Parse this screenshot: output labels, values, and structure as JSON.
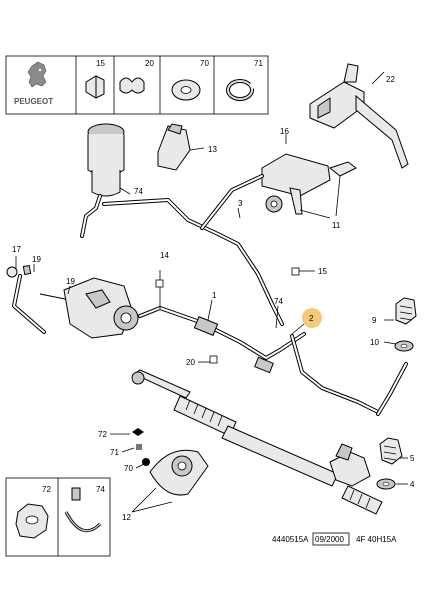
{
  "brand": {
    "name": "PEUGEOT"
  },
  "header_boxes": [
    {
      "label": "15"
    },
    {
      "label": "20"
    },
    {
      "label": "70"
    },
    {
      "label": "71"
    }
  ],
  "inset_boxes": [
    {
      "label": "72"
    },
    {
      "label": "74"
    }
  ],
  "callouts": [
    "22",
    "16",
    "13",
    "74",
    "3",
    "11",
    "17",
    "19",
    "14",
    "1",
    "15",
    "74",
    "19",
    "2",
    "9",
    "10",
    "20",
    "72",
    "71",
    "70",
    "12",
    "5",
    "4"
  ],
  "highlight": {
    "label": "2",
    "color": "#f5c97a"
  },
  "footer": {
    "ref": "4440515A",
    "date": "09/2000",
    "code": "4F 40H15A"
  }
}
